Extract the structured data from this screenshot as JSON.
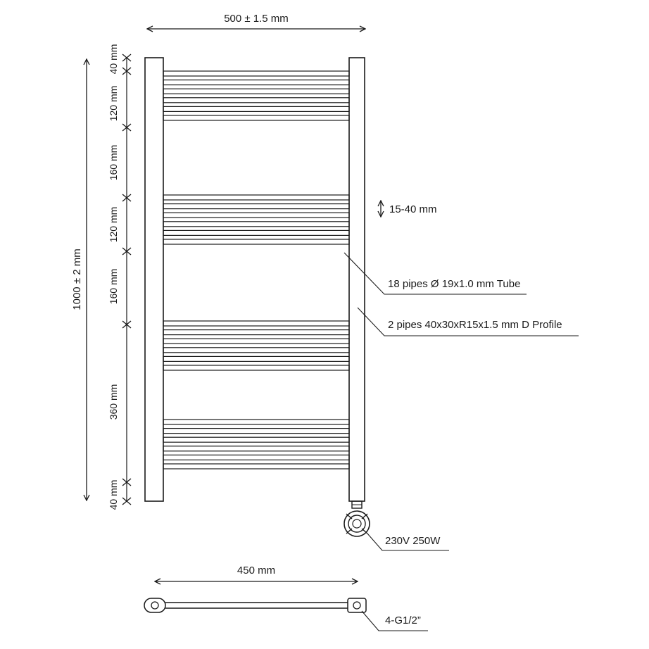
{
  "labels": {
    "width_top": "500 ± 1.5 mm",
    "height_total": "1000 ± 2 mm",
    "seg_top_gap": "40 mm",
    "seg_group1": "120 mm",
    "seg_space1": "160 mm",
    "seg_group2": "120 mm",
    "seg_space2": "160 mm",
    "seg_group3": "360 mm",
    "seg_bottom_gap": "40 mm",
    "pipe_spacing": "15-40 mm",
    "tubes": "18 pipes Ø 19x1.0 mm Tube",
    "profiles": "2 pipes 40x30xR15x1.5 mm D Profile",
    "heater": "230V 250W",
    "center_distance": "450 mm",
    "connections": "4-G1/2”"
  },
  "groups": {
    "rails_per_group": [
      6,
      6,
      6,
      6
    ]
  },
  "colors": {
    "line": "#1a1a1a",
    "background": "#ffffff"
  }
}
